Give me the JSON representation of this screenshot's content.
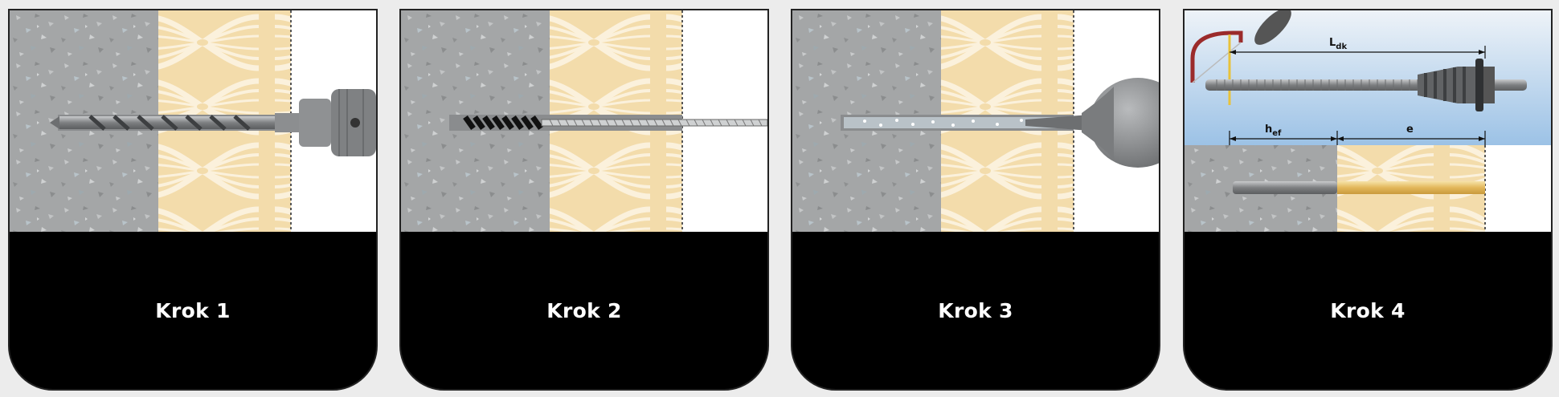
{
  "steps": [
    {
      "label": "Krok 1"
    },
    {
      "label": "Krok 2"
    },
    {
      "label": "Krok 3"
    },
    {
      "label": "Krok 4"
    }
  ],
  "dimensions": {
    "l_main": "L",
    "l_sub": "dk",
    "h_main": "h",
    "h_sub": "ef",
    "e": "e"
  },
  "colors": {
    "concrete": "#a3a5a6",
    "insulation": "#f4dfb0",
    "insulation_line": "#f9ecd0",
    "sky_top": "#e6eef6",
    "sky_bottom": "#9ec3e6",
    "steel": "#8d8f91",
    "card": "#000000"
  }
}
